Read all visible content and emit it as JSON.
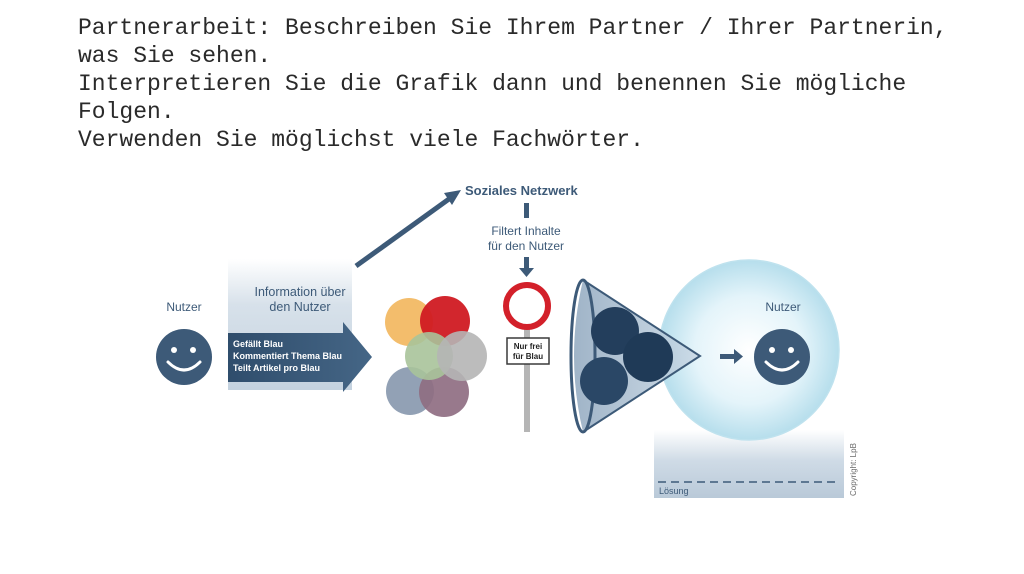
{
  "task": {
    "line1": "Partnerarbeit: Beschreiben Sie Ihrem Partner / Ihrer Partnerin, was Sie sehen.",
    "line2": "Interpretieren Sie die Grafik dann und benennen Sie mögliche Folgen.",
    "line3": "Verwenden Sie möglichst viele Fachwörter."
  },
  "diagram": {
    "user_left_label": "Nutzer",
    "info_label_1": "Information über",
    "info_label_2": "den Nutzer",
    "arrow_items": [
      "Gefällt Blau",
      "Kommentiert Thema Blau",
      "Teilt Artikel pro Blau"
    ],
    "social_network_label": "Soziales Netzwerk",
    "filter_label_1": "Filtert Inhalte",
    "filter_label_2": "für den Nutzer",
    "sign_text_1": "Nur frei",
    "sign_text_2": "für Blau",
    "user_right_label": "Nutzer",
    "solution_label": "Lösung",
    "copyright": "Copyright: LpB",
    "colors": {
      "dark_blue": "#3d5a78",
      "navy": "#233e5c",
      "light_blue_panel": "#c9d6e2",
      "bubble": "#cdeaf4",
      "red": "#d3202a",
      "circle_orange": "#f2b65c",
      "circle_red": "#d01a22",
      "circle_green": "#a8c39a",
      "circle_gray": "#b5b5b5",
      "circle_steel": "#8697ad",
      "circle_mauve": "#8f6e82"
    }
  }
}
